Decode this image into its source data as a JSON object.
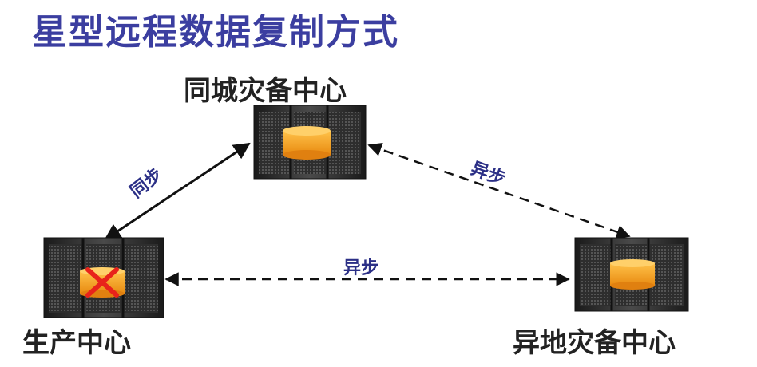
{
  "title": "星型远程数据复制方式",
  "nodes": {
    "same_city": {
      "label": "同城灾备中心",
      "disk_state": "ok"
    },
    "production": {
      "label": "生产中心",
      "disk_state": "failed"
    },
    "remote": {
      "label": "异地灾备中心",
      "disk_state": "ok"
    }
  },
  "links": {
    "production_same_city": {
      "label": "同步",
      "style": "solid"
    },
    "same_city_remote": {
      "label": "异步",
      "style": "dashed"
    },
    "production_remote": {
      "label": "异步",
      "style": "dashed"
    }
  },
  "colors": {
    "title": "#3b3ea0",
    "link_label": "#2b2f86",
    "disk": "#f5a623",
    "failure_mark": "#e8231b",
    "server": "#2a2a2a"
  }
}
